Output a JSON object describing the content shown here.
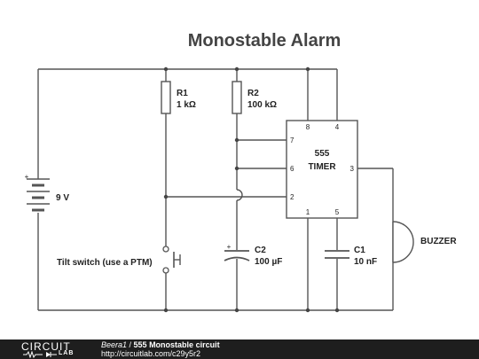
{
  "title": "Monostable Alarm",
  "components": {
    "battery": {
      "value": "9 V",
      "polarity": "+"
    },
    "r1": {
      "ref": "R1",
      "value": "1 kΩ"
    },
    "r2": {
      "ref": "R2",
      "value": "100 kΩ"
    },
    "c2": {
      "ref": "C2",
      "value": "100 µF",
      "polarity": "+"
    },
    "c1": {
      "ref": "C1",
      "value": "10 nF"
    },
    "switch": {
      "label": "Tilt switch (use a PTM)"
    },
    "buzzer": {
      "label": "BUZZER"
    },
    "timer": {
      "line1": "555",
      "line2": "TIMER",
      "pins": {
        "p1": "1",
        "p2": "2",
        "p3": "3",
        "p4": "4",
        "p5": "5",
        "p6": "6",
        "p7": "7",
        "p8": "8"
      }
    }
  },
  "footer": {
    "logo_top": "CIRCUIT",
    "logo_bottom": "LAB",
    "author": "Beera1",
    "separator": " / ",
    "circuit_name": "555 Monostable circuit",
    "url": "http://circuitlab.com/c29y5r2"
  }
}
